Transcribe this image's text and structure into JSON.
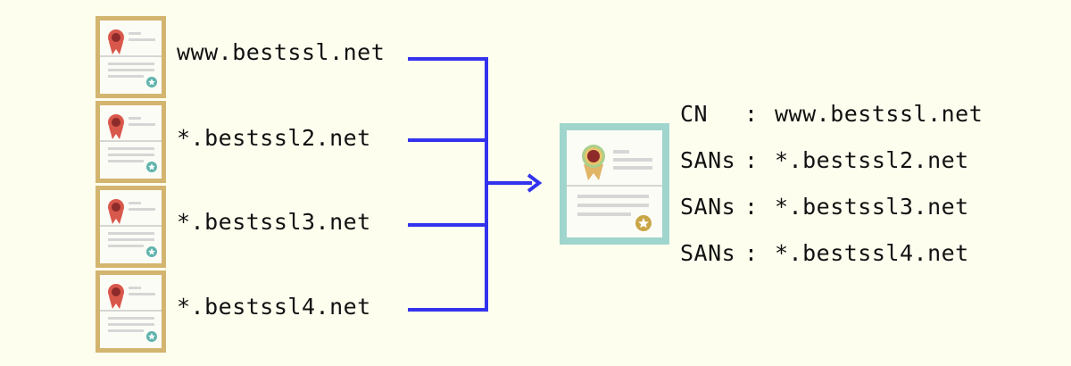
{
  "sources": [
    {
      "domain": "www.bestssl.net"
    },
    {
      "domain": "*.bestssl2.net"
    },
    {
      "domain": "*.bestssl3.net"
    },
    {
      "domain": "*.bestssl4.net"
    }
  ],
  "result": {
    "rows": [
      {
        "key": "CN",
        "sep": ":",
        "value": "www.bestssl.net"
      },
      {
        "key": "SANs",
        "sep": ":",
        "value": "*.bestssl2.net"
      },
      {
        "key": "SANs",
        "sep": ":",
        "value": "*.bestssl3.net"
      },
      {
        "key": "SANs",
        "sep": ":",
        "value": "*.bestssl4.net"
      }
    ]
  },
  "colors": {
    "background": "#fefeef",
    "source_frame": "#d3b56f",
    "result_frame": "#9fd5cc",
    "connector": "#3333ee",
    "ribbon_red": "#d9584c",
    "seal_teal": "#5fb3ad",
    "seal_gold": "#c9a646"
  },
  "icons": {
    "source_certificate": "certificate-icon",
    "result_certificate": "certificate-icon",
    "arrow": "arrow-right-icon"
  }
}
